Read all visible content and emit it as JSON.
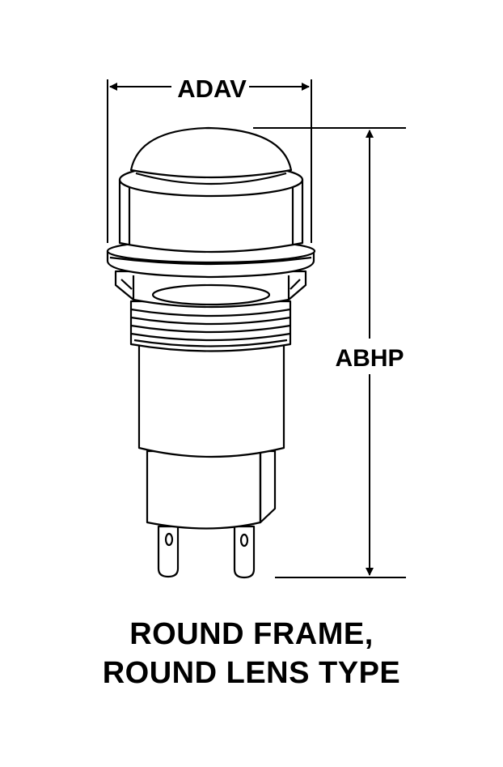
{
  "dimensions": {
    "width_label": "ADAV",
    "height_label": "ABHP"
  },
  "caption": {
    "line1": "ROUND FRAME,",
    "line2": "ROUND LENS TYPE"
  },
  "colors": {
    "ink": "#000000",
    "paper": "#ffffff"
  }
}
